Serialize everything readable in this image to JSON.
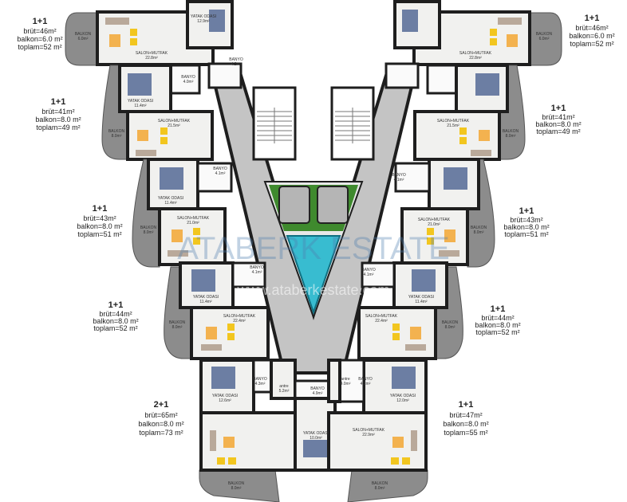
{
  "watermark": {
    "brand": "ATABERK ESTATE",
    "url": "www.ataberkestate.com"
  },
  "summaries": [
    {
      "type": "1+1",
      "brut": "brüt=46m²",
      "balkon": "balkon=6.0 m²",
      "toplam": "toplam=52 m²"
    },
    {
      "type": "1+1",
      "brut": "brüt=41m²",
      "balkon": "balkon=8.0 m²",
      "toplam": "toplam=49 m²"
    },
    {
      "type": "1+1",
      "brut": "brüt=43m²",
      "balkon": "balkon=8.0 m²",
      "toplam": "toplam=51 m²"
    },
    {
      "type": "1+1",
      "brut": "brüt=44m²",
      "balkon": "balkon=8.0 m²",
      "toplam": "toplam=52 m²"
    },
    {
      "type": "2+1",
      "brut": "brüt=65m²",
      "balkon": "balkon=8.0 m²",
      "toplam": "toplam=73 m²"
    },
    {
      "type": "1+1",
      "brut": "brüt=46m²",
      "balkon": "balkon=6.0 m²",
      "toplam": "toplam=52 m²"
    },
    {
      "type": "1+1",
      "brut": "brüt=41m²",
      "balkon": "balkon=8.0 m²",
      "toplam": "toplam=49 m²"
    },
    {
      "type": "1+1",
      "brut": "brüt=43m²",
      "balkon": "balkon=8.0 m²",
      "toplam": "toplam=51 m²"
    },
    {
      "type": "1+1",
      "brut": "brüt=44m²",
      "balkon": "balkon=8.0 m²",
      "toplam": "toplam=52 m²"
    },
    {
      "type": "1+1",
      "brut": "brüt=47m²",
      "balkon": "balkon=8.0 m²",
      "toplam": "toplam=55 m²"
    }
  ],
  "rooms": [
    {
      "label": "SALON+MUTFAK",
      "area": "22.8m²"
    },
    {
      "label": "BALKON",
      "area": "6.0m²"
    },
    {
      "label": "YATAK ODASI",
      "area": "12.9m²"
    },
    {
      "label": "BANYO",
      "area": "4.2m²"
    },
    {
      "label": "BANYO",
      "area": "4.0m²"
    },
    {
      "label": "YATAK ODASI",
      "area": "11.4m²"
    },
    {
      "label": "SALON+MUTFAK",
      "area": "21.5m²"
    },
    {
      "label": "BALKON",
      "area": "8.0m²"
    },
    {
      "label": "BANYO",
      "area": "4.1m²"
    },
    {
      "label": "YATAK ODASI",
      "area": "11.4m²"
    },
    {
      "label": "SALON+MUTFAK",
      "area": "21.0m²"
    },
    {
      "label": "BALKON",
      "area": "8.0m²"
    },
    {
      "label": "BANYO",
      "area": "4.1m²"
    },
    {
      "label": "YATAK ODASI",
      "area": "11.4m²"
    },
    {
      "label": "SALON+MUTFAK",
      "area": "22.4m²"
    },
    {
      "label": "BALKON",
      "area": "8.0m²"
    },
    {
      "label": "BANYO",
      "area": "4.3m²"
    },
    {
      "label": "antre",
      "area": "5.2m²"
    },
    {
      "label": "YATAK ODASI",
      "area": "12.6m²"
    },
    {
      "label": "BANYO",
      "area": "4.9m²"
    },
    {
      "label": "YATAK ODASI",
      "area": "10.0m²"
    },
    {
      "label": "BALKON",
      "area": "8.0m²"
    },
    {
      "label": "SALON+MUTFAK",
      "area": "22.8m²"
    },
    {
      "label": "BALKON",
      "area": "6.0m²"
    },
    {
      "label": "SALON+MUTFAK",
      "area": "21.5m²"
    },
    {
      "label": "BALKON",
      "area": "8.0m²"
    },
    {
      "label": "BANYO",
      "area": "4.1m²"
    },
    {
      "label": "SALON+MUTFAK",
      "area": "21.0m²"
    },
    {
      "label": "BALKON",
      "area": "8.0m²"
    },
    {
      "label": "BANYO",
      "area": "4.1m²"
    },
    {
      "label": "YATAK ODASI",
      "area": "11.4m²"
    },
    {
      "label": "SALON+MUTFAK",
      "area": "22.4m²"
    },
    {
      "label": "BALKON",
      "area": "8.0m²"
    },
    {
      "label": "antre",
      "area": "4.0m²"
    },
    {
      "label": "BANYO",
      "area": "4.2m²"
    },
    {
      "label": "YATAK ODASI",
      "area": "12.0m²"
    },
    {
      "label": "SALON+MUTFAK",
      "area": "22.9m²"
    },
    {
      "label": "BALKON",
      "area": "8.0m²"
    }
  ]
}
